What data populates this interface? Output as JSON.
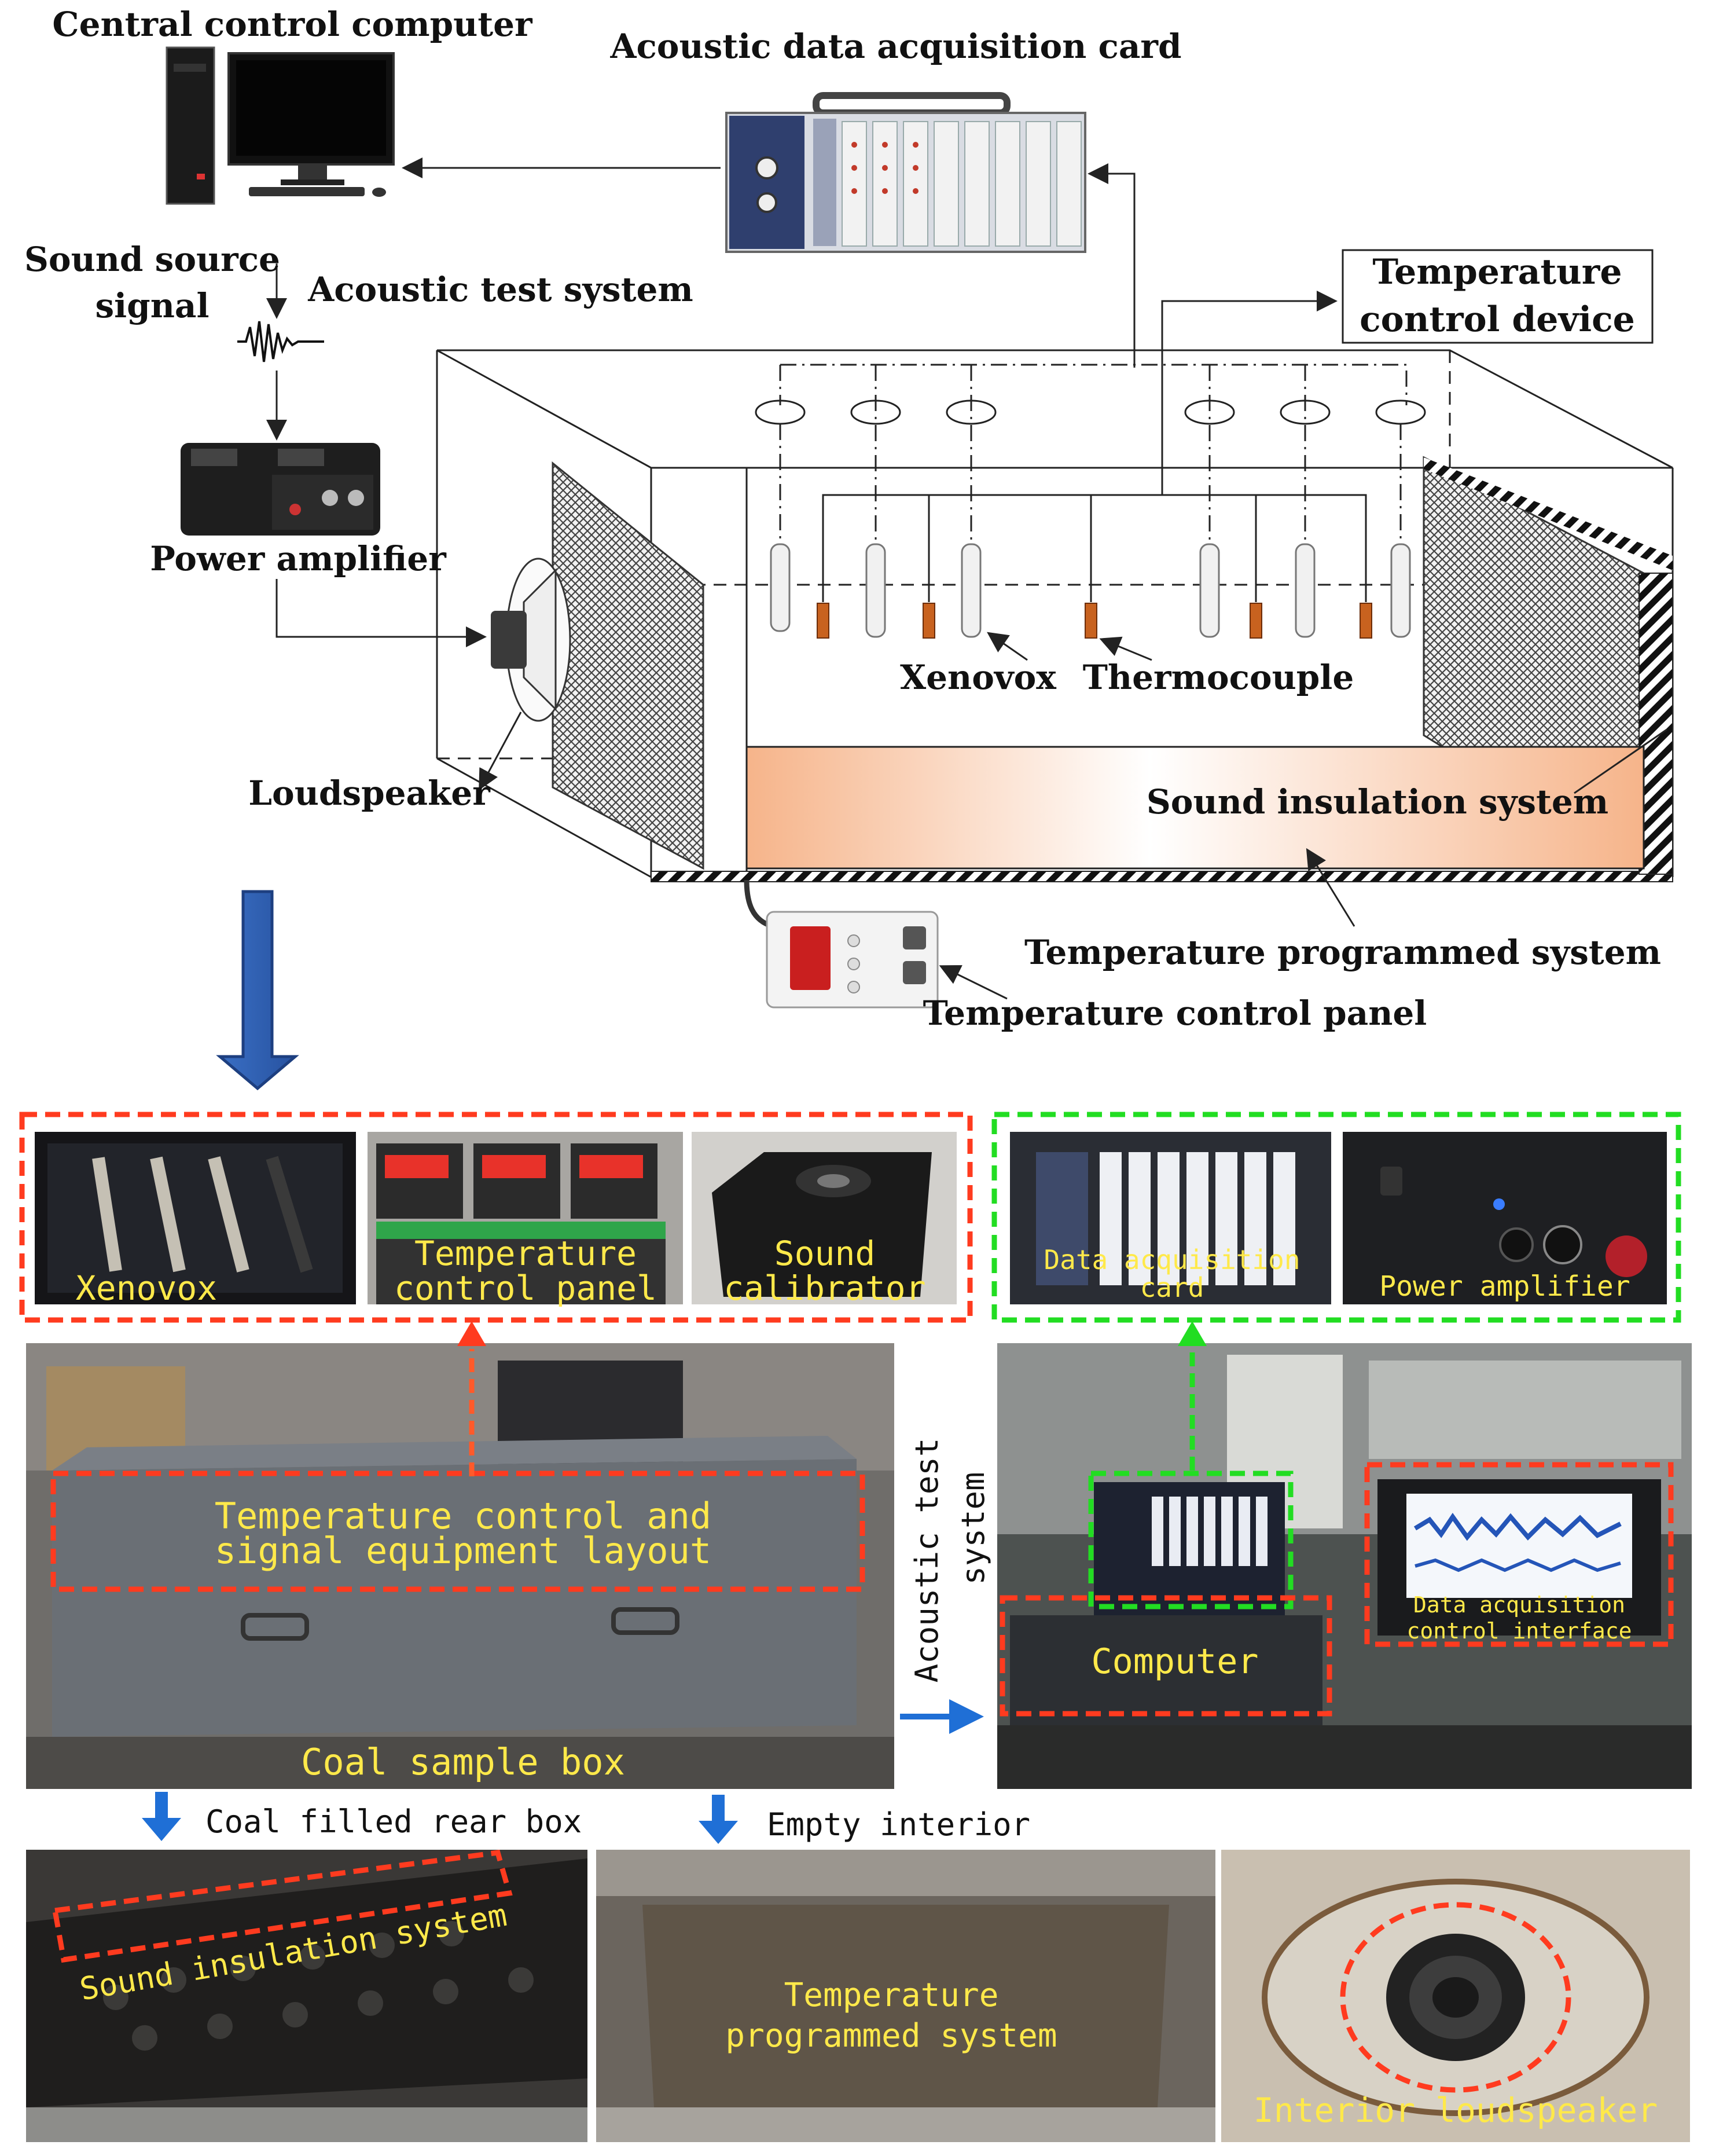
{
  "labels": {
    "central_computer": "Central control computer",
    "acq_card": "Acoustic data acquisition card",
    "sound_source_1": "Sound source",
    "sound_source_2": "signal",
    "acoustic_test_system": "Acoustic test system",
    "temp_control_device_1": "Temperature",
    "temp_control_device_2": "control device",
    "power_amplifier": "Power amplifier",
    "xenovox": "Xenovox",
    "thermocouple": "Thermocouple",
    "loudspeaker": "Loudspeaker",
    "sound_insulation": "Sound insulation system",
    "temp_programmed": "Temperature programmed system",
    "temp_control_panel": "Temperature control panel"
  },
  "photos": {
    "xenovox": "Xenovox",
    "temp_panel_1": "Temperature",
    "temp_panel_2": "control panel",
    "calibrator_1": "Sound",
    "calibrator_2": "calibrator",
    "daq_card_1": "Data acquisition",
    "daq_card_2": "card",
    "power_amp": "Power amplifier",
    "layout_1": "Temperature control and",
    "layout_2": "signal equipment layout",
    "coal_box": "Coal sample box",
    "acoustic_sys_1": "Acoustic test",
    "acoustic_sys_2": "system",
    "computer": "Computer",
    "daq_interface_1": "Data acquisition",
    "daq_interface_2": "control interface",
    "coal_filled": "Coal filled rear box",
    "empty_interior": "Empty interior",
    "sound_insulation_photo": "Sound insulation system",
    "temp_prog_1": "Temperature",
    "temp_prog_2": "programmed system",
    "interior_speaker": "Interior loudspeaker"
  },
  "colors": {
    "red_dash": "#ff3b1f",
    "green_dash": "#22dd22",
    "blue_arrow": "#2a62b8",
    "heater_gradient_start": "#f6b48a",
    "label_yellow": "#ffe94a"
  }
}
